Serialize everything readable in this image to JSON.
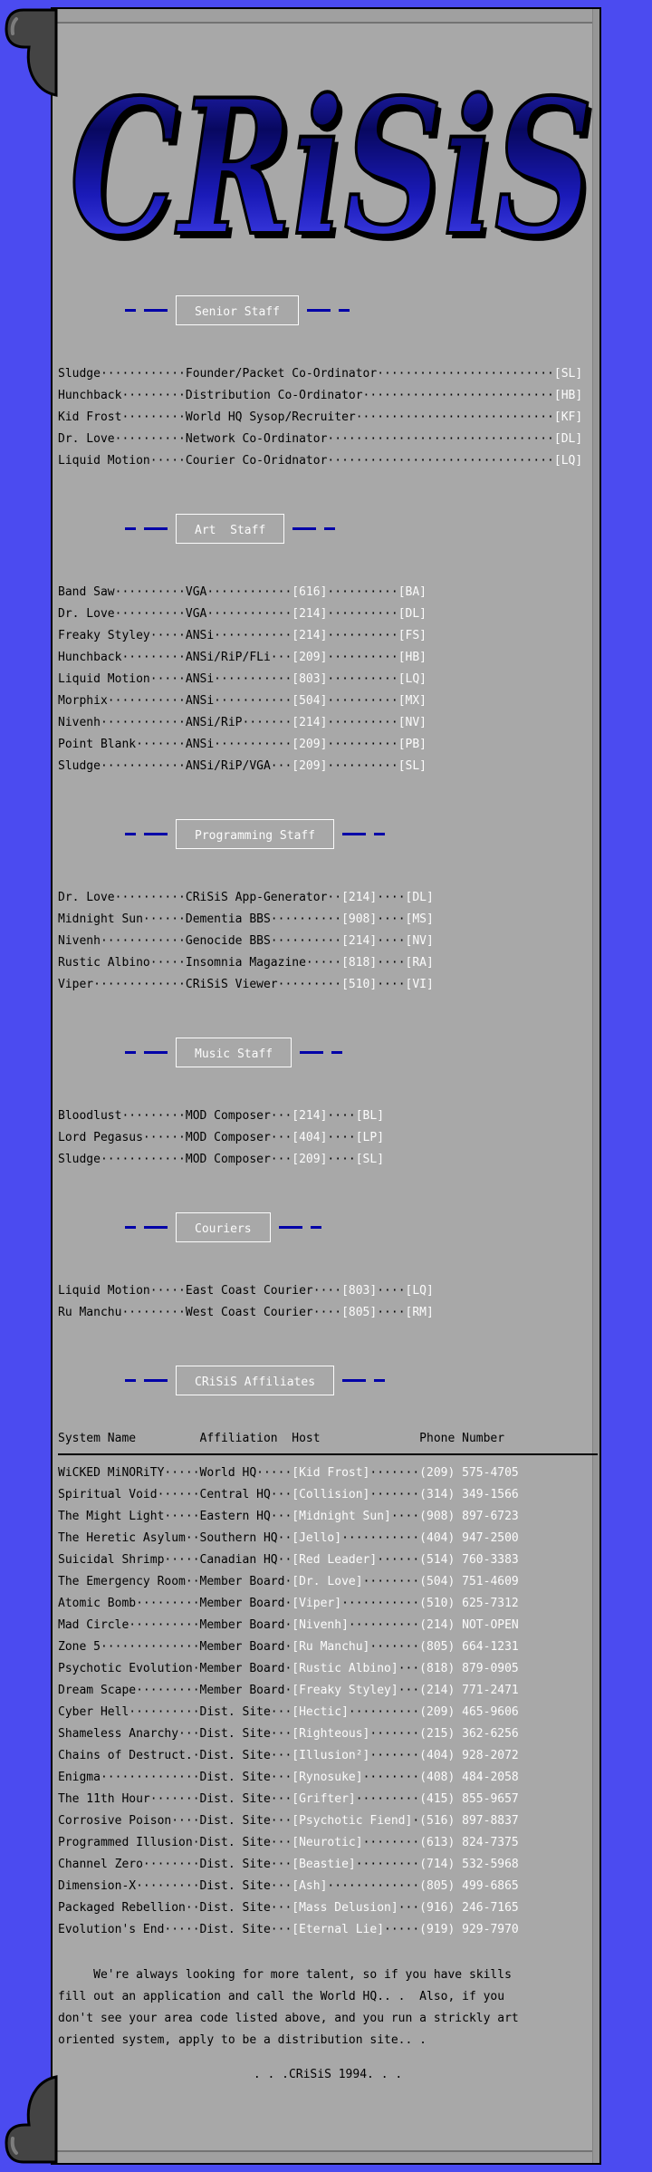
{
  "colors": {
    "background_blue": "#4b4bf0",
    "scroll_gray": "#a8a8a8",
    "text_black": "#000000",
    "text_white": "#fcfcfc",
    "dash_blue": "#0000a8",
    "logo_blue_dark": "#080860",
    "logo_blue_bright": "#5353ff"
  },
  "logo": {
    "text": "CRiSiS"
  },
  "sections": [
    {
      "id": "senior",
      "title": "Senior Staff",
      "rows": [
        {
          "name": "Sludge",
          "role": "Founder/Packet Co-Ordinator",
          "code": "[SL]"
        },
        {
          "name": "Hunchback",
          "role": "Distribution Co-Ordinator",
          "code": "[HB]"
        },
        {
          "name": "Kid Frost",
          "role": "World HQ Sysop/Recruiter",
          "code": "[KF]"
        },
        {
          "name": "Dr. Love",
          "role": "Network Co-Ordinator",
          "code": "[DL]"
        },
        {
          "name": "Liquid Motion",
          "role": "Courier Co-Oridnator",
          "code": "[LQ]"
        }
      ]
    },
    {
      "id": "art",
      "title": "Art  Staff",
      "rows": [
        {
          "name": "Band Saw",
          "role": "VGA",
          "area": "[616]",
          "code": "[BA]"
        },
        {
          "name": "Dr. Love",
          "role": "VGA",
          "area": "[214]",
          "code": "[DL]"
        },
        {
          "name": "Freaky Styley",
          "role": "ANSi",
          "area": "[214]",
          "code": "[FS]"
        },
        {
          "name": "Hunchback",
          "role": "ANSi/RiP/FLi",
          "area": "[209]",
          "code": "[HB]"
        },
        {
          "name": "Liquid Motion",
          "role": "ANSi",
          "area": "[803]",
          "code": "[LQ]"
        },
        {
          "name": "Morphix",
          "role": "ANSi",
          "area": "[504]",
          "code": "[MX]"
        },
        {
          "name": "Nivenh",
          "role": "ANSi/RiP",
          "area": "[214]",
          "code": "[NV]"
        },
        {
          "name": "Point Blank",
          "role": "ANSi",
          "area": "[209]",
          "code": "[PB]"
        },
        {
          "name": "Sludge",
          "role": "ANSi/RiP/VGA",
          "area": "[209]",
          "code": "[SL]"
        }
      ]
    },
    {
      "id": "programming",
      "title": "Programming Staff",
      "rows": [
        {
          "name": "Dr. Love",
          "role": "CRiSiS App-Generator",
          "area": "[214]",
          "code": "[DL]"
        },
        {
          "name": "Midnight Sun",
          "role": "Dementia BBS",
          "area": "[908]",
          "code": "[MS]"
        },
        {
          "name": "Nivenh",
          "role": "Genocide BBS",
          "area": "[214]",
          "code": "[NV]"
        },
        {
          "name": "Rustic Albino",
          "role": "Insomnia Magazine",
          "area": "[818]",
          "code": "[RA]"
        },
        {
          "name": "Viper",
          "role": "CRiSiS Viewer",
          "area": "[510]",
          "code": "[VI]"
        }
      ]
    },
    {
      "id": "music",
      "title": "Music Staff",
      "rows": [
        {
          "name": "Bloodlust",
          "role": "MOD Composer",
          "area": "[214]",
          "code": "[BL]"
        },
        {
          "name": "Lord Pegasus",
          "role": "MOD Composer",
          "area": "[404]",
          "code": "[LP]"
        },
        {
          "name": "Sludge",
          "role": "MOD Composer",
          "area": "[209]",
          "code": "[SL]"
        }
      ]
    },
    {
      "id": "couriers",
      "title": "Couriers",
      "rows": [
        {
          "name": "Liquid Motion",
          "role": "East Coast Courier",
          "area": "[803]",
          "code": "[LQ]"
        },
        {
          "name": "Ru Manchu",
          "role": "West Coast Courier",
          "area": "[805]",
          "code": "[RM]"
        }
      ]
    }
  ],
  "affiliates": {
    "title": "CRiSiS Affiliates",
    "columns": [
      "System Name",
      "Affiliation",
      "Host",
      "Phone Number"
    ],
    "rows": [
      {
        "system": "WiCKED MiNORiTY",
        "affiliation": "World HQ",
        "host": "[Kid Frost]",
        "phone": "(209) 575-4705"
      },
      {
        "system": "Spiritual Void",
        "affiliation": "Central HQ",
        "host": "[Collision]",
        "phone": "(314) 349-1566"
      },
      {
        "system": "The Might Light",
        "affiliation": "Eastern HQ",
        "host": "[Midnight Sun]",
        "phone": "(908) 897-6723"
      },
      {
        "system": "The Heretic Asylum",
        "affiliation": "Southern HQ",
        "host": "[Jello]",
        "phone": "(404) 947-2500"
      },
      {
        "system": "Suicidal Shrimp",
        "affiliation": "Canadian HQ",
        "host": "[Red Leader]",
        "phone": "(514) 760-3383"
      },
      {
        "system": "The Emergency Room",
        "affiliation": "Member Board",
        "host": "[Dr. Love]",
        "phone": "(504) 751-4609"
      },
      {
        "system": "Atomic Bomb",
        "affiliation": "Member Board",
        "host": "[Viper]",
        "phone": "(510) 625-7312"
      },
      {
        "system": "Mad Circle",
        "affiliation": "Member Board",
        "host": "[Nivenh]",
        "phone": "(214) NOT-OPEN"
      },
      {
        "system": "Zone 5",
        "affiliation": "Member Board",
        "host": "[Ru Manchu]",
        "phone": "(805) 664-1231"
      },
      {
        "system": "Psychotic Evolution",
        "affiliation": "Member Board",
        "host": "[Rustic Albino]",
        "phone": "(818) 879-0905"
      },
      {
        "system": "Dream Scape",
        "affiliation": "Member Board",
        "host": "[Freaky Styley]",
        "phone": "(214) 771-2471"
      },
      {
        "system": "Cyber Hell",
        "affiliation": "Dist. Site",
        "host": "[Hectic]",
        "phone": "(209) 465-9606"
      },
      {
        "system": "Shameless Anarchy",
        "affiliation": "Dist. Site",
        "host": "[Righteous]",
        "phone": "(215) 362-6256"
      },
      {
        "system": "Chains of Destruct.",
        "affiliation": "Dist. Site",
        "host": "[Illusion²]",
        "phone": "(404) 928-2072"
      },
      {
        "system": "Enigma",
        "affiliation": "Dist. Site",
        "host": "[Rynosuke]",
        "phone": "(408) 484-2058"
      },
      {
        "system": "The 11th Hour",
        "affiliation": "Dist. Site",
        "host": "[Grifter]",
        "phone": "(415) 855-9657"
      },
      {
        "system": "Corrosive Poison",
        "affiliation": "Dist. Site",
        "host": "[Psychotic Fiend]",
        "phone": "(516) 897-8837"
      },
      {
        "system": "Programmed Illusion",
        "affiliation": "Dist. Site",
        "host": "[Neurotic]",
        "phone": "(613) 824-7375"
      },
      {
        "system": "Channel Zero",
        "affiliation": "Dist. Site",
        "host": "[Beastie]",
        "phone": "(714) 532-5968"
      },
      {
        "system": "Dimension-X",
        "affiliation": "Dist. Site",
        "host": "[Ash]",
        "phone": "(805) 499-6865"
      },
      {
        "system": "Packaged Rebellion",
        "affiliation": "Dist. Site",
        "host": "[Mass Delusion]",
        "phone": "(916) 246-7165"
      },
      {
        "system": "Evolution's End",
        "affiliation": "Dist. Site",
        "host": "[Eternal Lie]",
        "phone": "(919) 929-7970"
      }
    ]
  },
  "footer": {
    "lines": [
      "     We're always looking for more talent, so if you have skills",
      "fill out an application and call the World HQ.. .  Also, if you",
      "don't see your area code listed above, and you run a strickly art",
      "oriented system, apply to be a distribution site.. ."
    ],
    "tagline": ". . .CRiSiS 1994. . ."
  }
}
